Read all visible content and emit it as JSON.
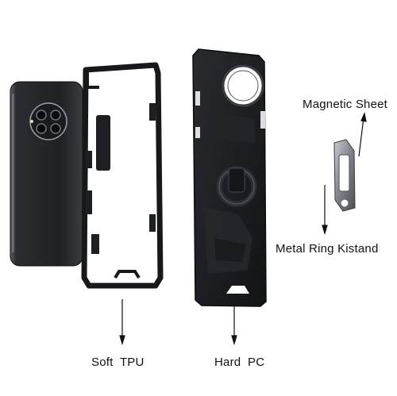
{
  "labels": {
    "magnetic_sheet": "Magnetic Sheet",
    "metal_ring": "Metal Ring Kistand",
    "soft_tpu": "Soft  TPU",
    "hard_pc": "Hard  PC"
  },
  "colors": {
    "background": "#ffffff",
    "case_black": "#1b1c1f",
    "phone_body": "#2b2d31",
    "ring_metal": "#8a8d93"
  }
}
